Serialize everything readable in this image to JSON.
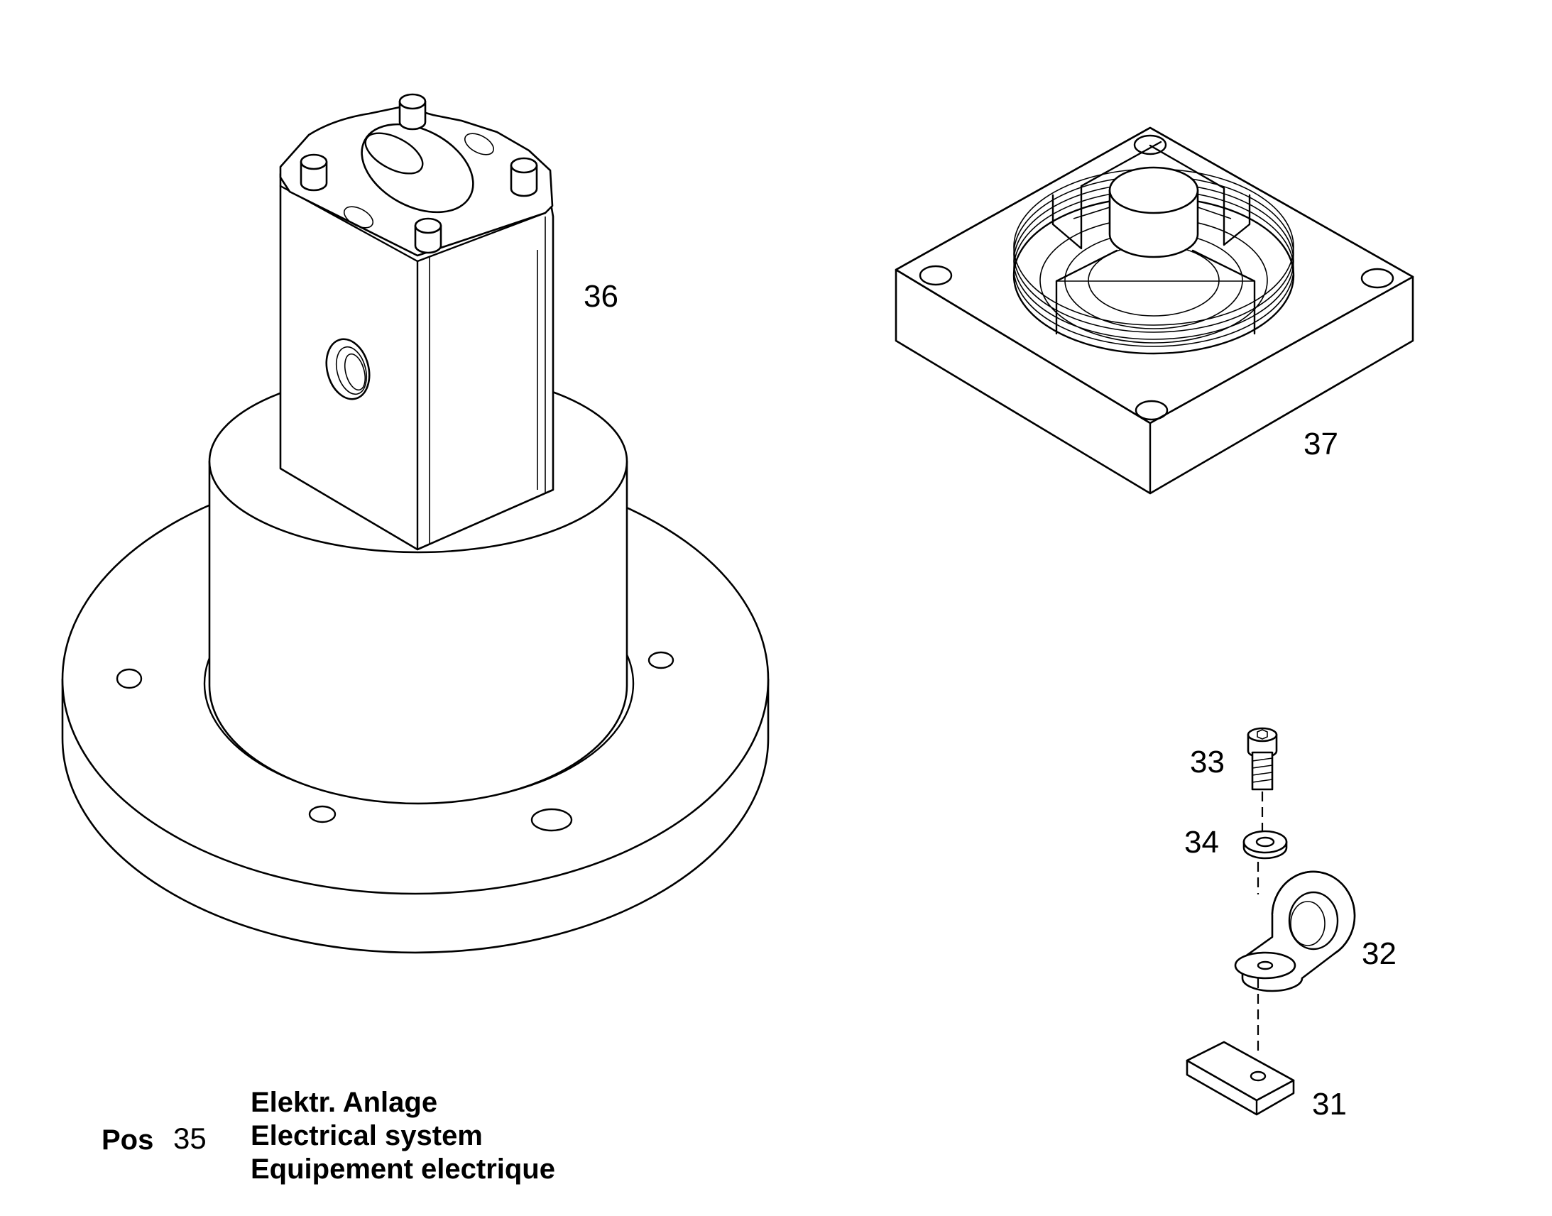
{
  "callouts": {
    "p31": "31",
    "p32": "32",
    "p33": "33",
    "p34": "34",
    "p36": "36",
    "p37": "37"
  },
  "caption": {
    "pos_label": "Pos",
    "pos_number": "35",
    "title_de": "Elektr. Anlage",
    "title_en": "Electrical system",
    "title_fr": "Equipement electrique"
  }
}
